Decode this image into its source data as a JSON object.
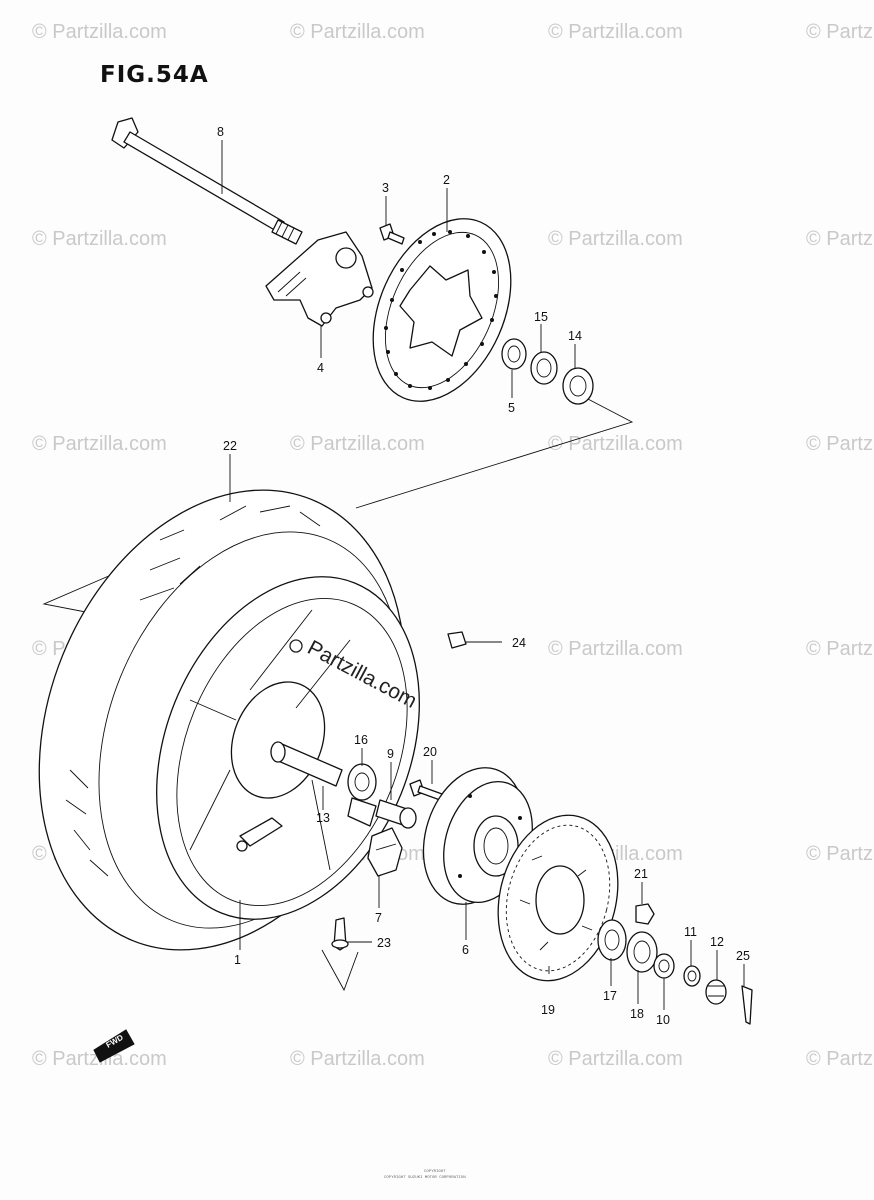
{
  "figure": {
    "title": "FIG.54A"
  },
  "callouts": [
    "1",
    "2",
    "3",
    "4",
    "5",
    "6",
    "7",
    "8",
    "9",
    "10",
    "11",
    "12",
    "13",
    "14",
    "15",
    "16",
    "17",
    "18",
    "19",
    "20",
    "21",
    "22",
    "23",
    "24",
    "25"
  ],
  "direction_marker": {
    "label": "FWD"
  },
  "watermark": {
    "text": "Partzilla.com",
    "repeated_text": "© Partzilla.com"
  },
  "footer": {
    "line1": "COPYRIGHT",
    "line2": "COPYRIGHT SUZUKI MOTOR CORPORATION"
  }
}
